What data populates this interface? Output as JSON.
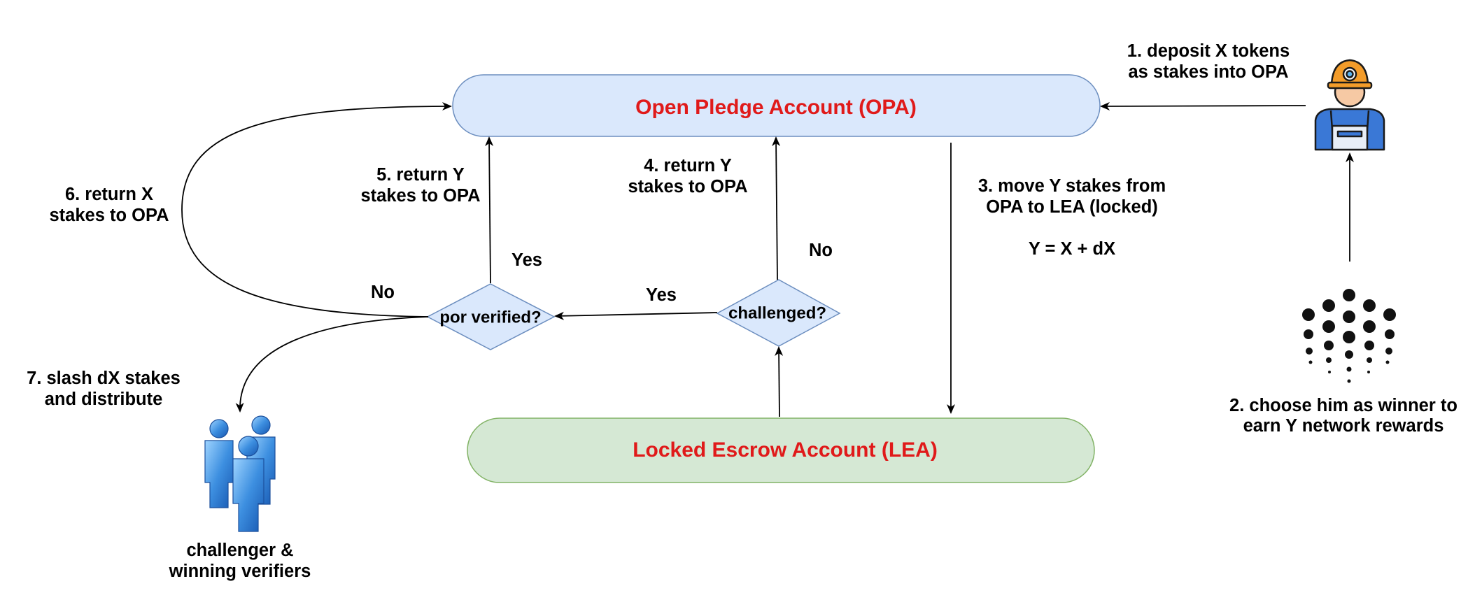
{
  "accounts": {
    "opa": {
      "title": "Open Pledge Account (OPA)",
      "fill": "#dae8fc",
      "stroke": "#6c8ebf",
      "text_color": "#e01a1a"
    },
    "lea": {
      "title": "Locked Escrow Account (LEA)",
      "fill": "#d5e8d4",
      "stroke": "#82b366",
      "text_color": "#e01a1a"
    }
  },
  "decisions": {
    "challenged": {
      "label": "challenged?",
      "fill": "#dae8fc",
      "stroke": "#6c8ebf"
    },
    "por_verified": {
      "label": "por verified?",
      "fill": "#dae8fc",
      "stroke": "#6c8ebf"
    }
  },
  "steps": {
    "step1": {
      "line1": "1. deposit X tokens",
      "line2": "as stakes into OPA"
    },
    "step2": {
      "line1": "2. choose him as winner to",
      "line2": "earn Y network rewards"
    },
    "step3": {
      "line1": "3.  move Y stakes from",
      "line2": "OPA to LEA (locked)",
      "formula": "Y = X + dX"
    },
    "step4": {
      "line1": "4.  return Y",
      "line2": "stakes to OPA"
    },
    "step5": {
      "line1": "5.  return Y",
      "line2": "stakes to OPA"
    },
    "step6": {
      "line1": "6.  return X",
      "line2": "stakes to OPA"
    },
    "step7": {
      "line1": "7.  slash dX stakes",
      "line2": "and distribute"
    }
  },
  "branch_labels": {
    "challenged_no": "No",
    "challenged_yes": "Yes",
    "verified_yes": "Yes",
    "verified_no": "No"
  },
  "actors": {
    "challengers": {
      "line1": "challenger &",
      "line2": "winning verifiers",
      "icon": "people-group-icon"
    },
    "miner": {
      "icon": "miner-worker-icon"
    },
    "network": {
      "icon": "network-logo-icon"
    }
  }
}
